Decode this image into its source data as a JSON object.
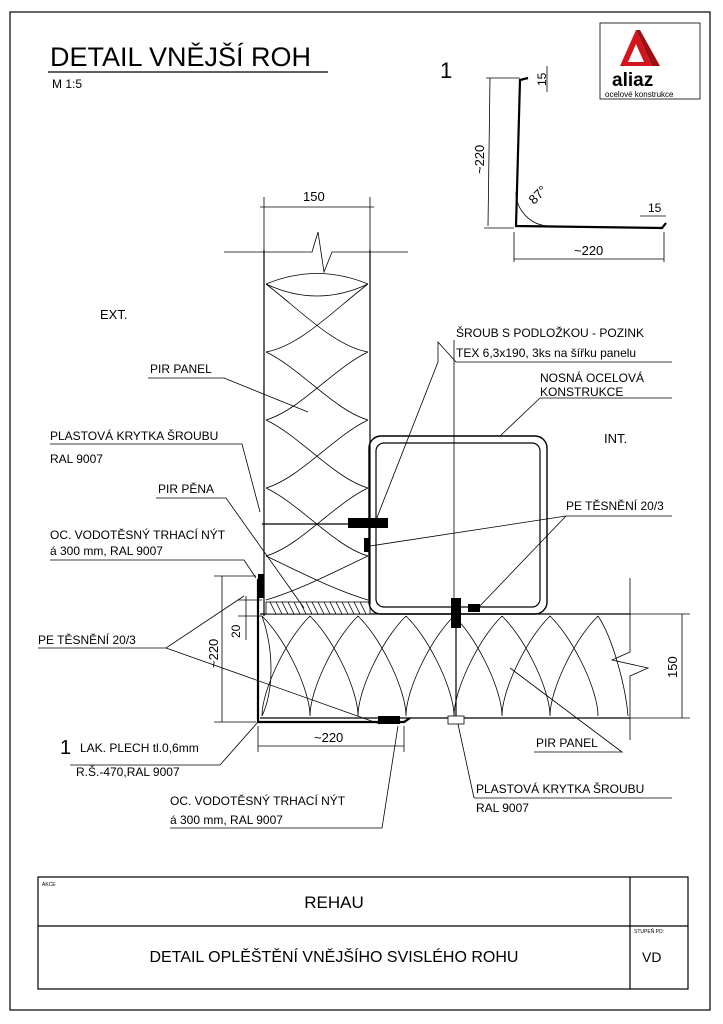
{
  "title": "DETAIL VNĚJŠÍ ROH",
  "scale": "M 1:5",
  "detail_number": "1",
  "logo": {
    "brand": "aliaz",
    "tagline": "ocelové konstrukce",
    "accent": "#d4141c",
    "dark": "#111111"
  },
  "profile": {
    "dim_height": "~220",
    "dim_width": "~220",
    "dim_top_hem": "15",
    "dim_bottom_hem": "15",
    "angle": "87°"
  },
  "dims": {
    "wall_thickness": "150",
    "corner_height": "~220",
    "offset_20": "20",
    "corner_width": "~220",
    "panel_thickness": "150"
  },
  "labels": {
    "ext": "EXT.",
    "int": "INT.",
    "pir_panel_top": "PIR PANEL",
    "cap_top_1": "PLASTOVÁ KRYTKA ŠROUBU",
    "cap_top_2": "RAL 9007",
    "pir_foam": "PIR PĚNA",
    "rivet_top_1": "OC. VODOTĚSNÝ TRHACÍ NÝT",
    "rivet_top_2": "á 300 mm, RAL 9007",
    "seal_left": "PE TĚSNĚNÍ 20/3",
    "sheet_num": "1",
    "sheet_1": "LAK. PLECH tl.0,6mm",
    "sheet_2": "R.Š.-470,RAL 9007",
    "rivet_bot_1": "OC. VODOTĚSNÝ TRHACÍ NÝT",
    "rivet_bot_2": "á 300 mm, RAL 9007",
    "screw_1": "ŠROUB S PODLOŽKOU - POZINK",
    "screw_2": "TEX 6,3x190, 3ks na šířku panelu",
    "steel_1": "NOSNÁ OCELOVÁ",
    "steel_2": "KONSTRUKCE",
    "seal_right": "PE TĚSNĚNÍ 20/3",
    "pir_panel_bottom": "PIR PANEL",
    "cap_bot_1": "PLASTOVÁ KRYTKA ŠROUBU",
    "cap_bot_2": "RAL 9007"
  },
  "title_block": {
    "akce_label": "AKCE",
    "project": "REHAU",
    "description": "DETAIL OPLĚŠTĚNÍ VNĚJŠÍHO SVISLÉHO ROHU",
    "stage_label": "STUPEŇ PD:",
    "stage": "VD"
  }
}
